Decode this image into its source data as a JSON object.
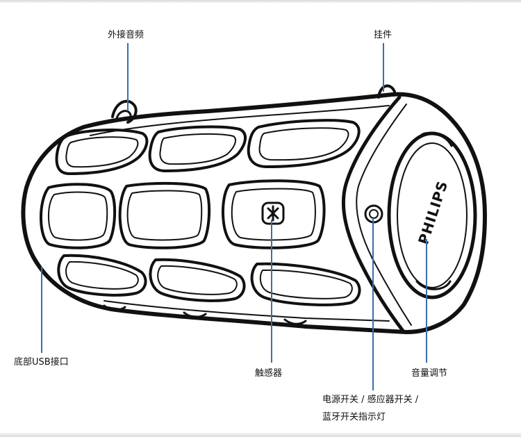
{
  "labels": {
    "external_audio": "外接音频",
    "hook": "挂件",
    "bottom_usb": "底部USB接口",
    "touch_sensor": "触感器",
    "volume_control": "音量调节",
    "power_line1": "电源开关 / 感应器开关 /",
    "power_line2": "蓝牙开关指示灯"
  },
  "brand_text": "PHILIPS",
  "colors": {
    "outline": "#111111",
    "callout_line": "#3a6fa8",
    "background": "#ffffff"
  },
  "icons": {
    "touch_button": "asterisk-icon",
    "power_button": "power-ring-icon"
  }
}
